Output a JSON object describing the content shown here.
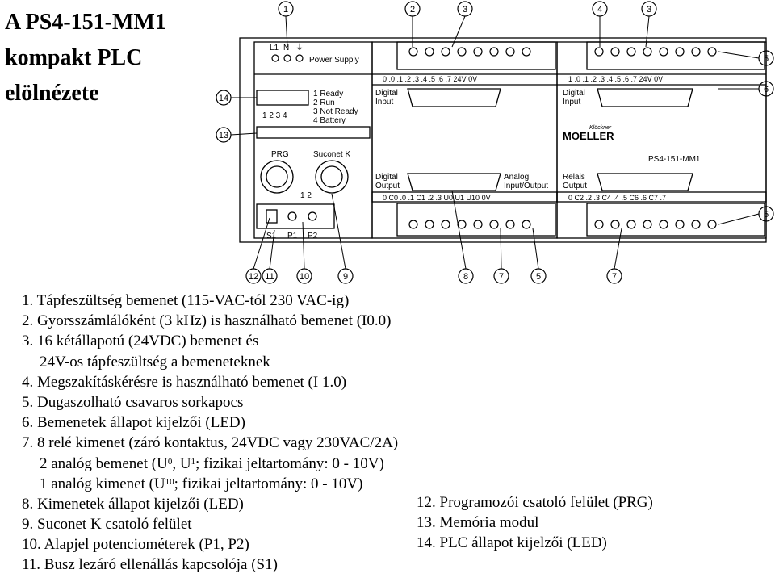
{
  "title": "A PS4-151-MM1\nkompakt PLC\nelölnézete",
  "device": {
    "power_supply": "Power Supply",
    "l1": "L1",
    "n": "N",
    "pe": "⏚",
    "status_labels": [
      "1 Ready",
      "2 Run",
      "3 Not Ready",
      "4 Battery"
    ],
    "status_numbers": "1 2 3 4",
    "prg": "PRG",
    "suconet": "Suconet K",
    "s1": "S1",
    "p1": "P1",
    "p2": "P2",
    "pot_numbers": "1  2",
    "digital_input": "Digital\nInput",
    "digital_output": "Digital\nOutput",
    "analog_io": "Analog\nInput/Output",
    "relais_output": "Relais\nOutput",
    "in_strip_left": "0    .0 .1 .2 .3 .4 .5 .6 .7 24V 0V",
    "in_strip_right": "1    .0 .1 .2 .3 .4 .5 .6 .7 24V 0V",
    "out_strip_left": "0    C0 .0 .1  C1 .2 .3    U0 U1 U10 0V",
    "out_strip_right": "0    C2 .2 .3 C4 .4 .5 C6 .6 C7 .7",
    "brand_small": "Klöckner",
    "brand": "MOELLER",
    "model": "PS4-151-MM1"
  },
  "callouts": [
    "1",
    "2",
    "3",
    "4",
    "3",
    "5",
    "6",
    "14",
    "13",
    "5",
    "12",
    "11",
    "10",
    "9",
    "8",
    "7",
    "5",
    "7"
  ],
  "legend": {
    "items": [
      "1. Tápfeszültség bemenet (115-VAC-tól 230 VAC-ig)",
      "2. Gyorsszámlálóként (3 kHz) is használható bemenet (I0.0)",
      "3. 16 kétállapotú (24VDC) bemenet és",
      "24V-os tápfeszültség a bemeneteknek",
      "4. Megszakításkérésre is használható bemenet (I 1.0)",
      "5. Dugaszolható csavaros sorkapocs",
      "6. Bemenetek állapot kijelzői (LED)",
      "7. 8 relé kimenet (záró kontaktus, 24VDC vagy 230VAC/2A)"
    ],
    "analog_in": {
      "prefix": "2 analóg bemenet (U",
      "sup0": "0",
      "mid": ", U",
      "sup1": "1",
      "suffix": "; fizikai jeltartomány: 0 - 10V)"
    },
    "analog_out": {
      "prefix": "1 analóg kimenet (U",
      "sup": "10",
      "suffix": "; fizikai jeltartomány: 0 - 10V)"
    },
    "bottom_left": [
      "8. Kimenetek állapot kijelzői (LED)",
      "9. Suconet K csatoló felület",
      "10. Alapjel potenciométerek (P1, P2)",
      "11. Busz lezáró ellenállás kapcsolója (S1)"
    ],
    "bottom_right": [
      "12. Programozói csatoló felület (PRG)",
      "13. Memória modul",
      "14. PLC állapot kijelzői (LED)"
    ]
  }
}
